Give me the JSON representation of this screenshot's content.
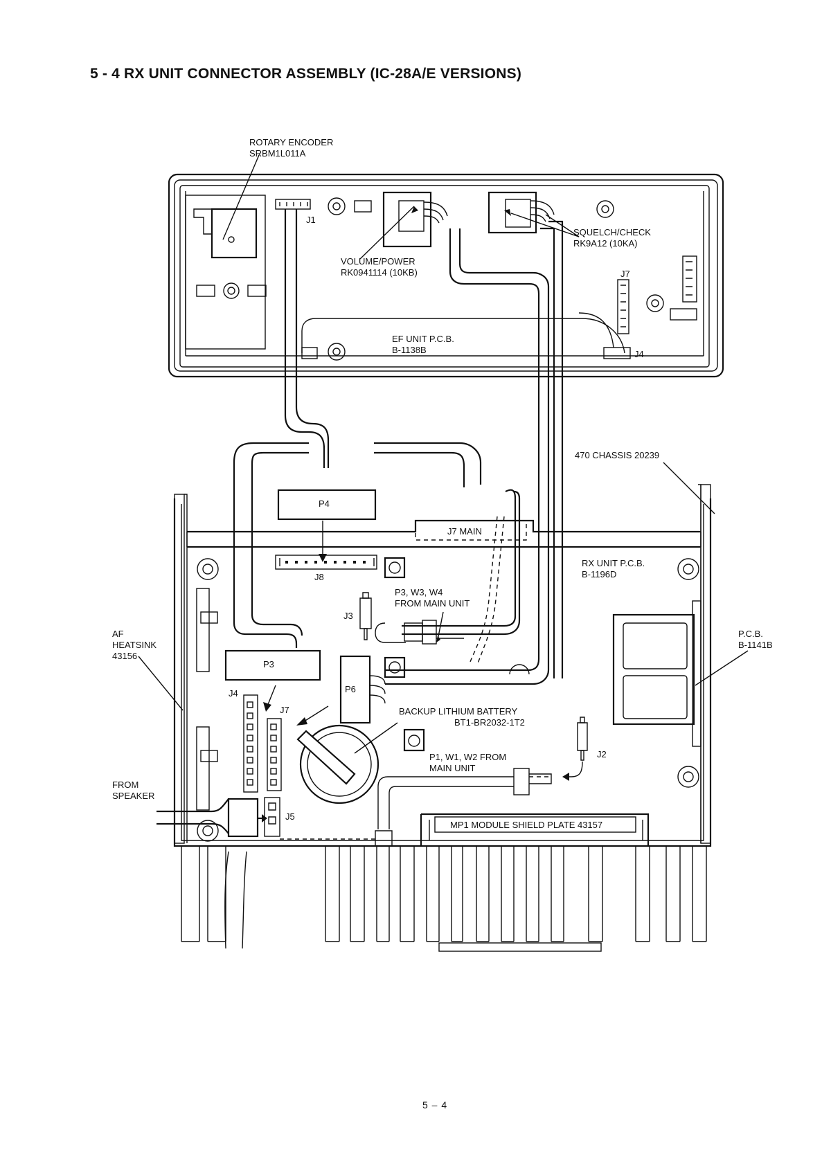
{
  "page": {
    "title": "5 - 4  RX UNIT CONNECTOR ASSEMBLY (IC-28A/E VERSIONS)",
    "page_number": "5 – 4"
  },
  "labels": {
    "rotary_encoder": [
      "ROTARY ENCODER",
      "SRBM1L011A"
    ],
    "j1": "J1",
    "volume_power": [
      "VOLUME/POWER",
      "RK0941114 (10KB)"
    ],
    "squelch_check": [
      "SQUELCH/CHECK",
      "RK9A12 (10KA)"
    ],
    "j7_top": "J7",
    "j4_top": "J4",
    "ef_unit": [
      "EF UNIT P.C.B.",
      "B-1138B"
    ],
    "chassis": "470 CHASSIS 20239",
    "p4": "P4",
    "j7_main": "J7 MAIN",
    "j8": "J8",
    "rx_unit": [
      "RX UNIT P.C.B.",
      "B-1196D"
    ],
    "p3w3w4": [
      "P3, W3, W4",
      "FROM MAIN UNIT"
    ],
    "j3": "J3",
    "af_heatsink": [
      "AF",
      "HEATSINK",
      "43156"
    ],
    "pcb": [
      "P.C.B.",
      "B-1141B"
    ],
    "p3": "P3",
    "p6": "P6",
    "j4_bottom": "J4",
    "j7_bottom": "J7",
    "backup_battery": [
      "BACKUP LITHIUM BATTERY",
      "BT1-BR2032-1T2"
    ],
    "j2": "J2",
    "p1w1w2": [
      "P1, W1, W2 FROM",
      "MAIN UNIT"
    ],
    "from_speaker": [
      "FROM",
      "SPEAKER"
    ],
    "j5": "J5",
    "mp1": "MP1 MODULE SHIELD PLATE 43157"
  }
}
